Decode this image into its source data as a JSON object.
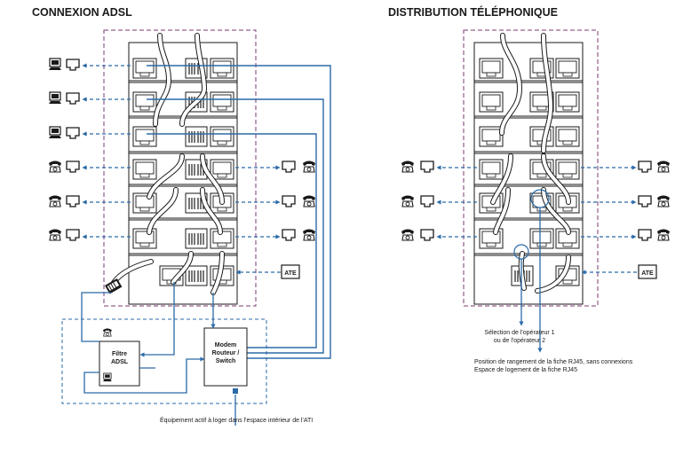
{
  "titles": {
    "left": "CONNEXION ADSL",
    "right": "DISTRIBUTION TÉLÉPHONIQUE"
  },
  "labels": {
    "ate": "ATE",
    "filtre_line1": "Filtre",
    "filtre_line2": "ADSL",
    "modem_line1": "Modem",
    "modem_line2": "Routeur /",
    "modem_line3": "Switch"
  },
  "captions": {
    "equipement": "Équipement actif à loger dans l'espace intérieur de l'ATI",
    "selection_line1": "Sélection de l'opérateur 1",
    "selection_line2": "ou de l'opérateur 2",
    "position_line1": "Position de rangement de la fiche RJ45, sans connexions",
    "position_line2": "Espace de logement de la fiche RJ45"
  },
  "colors": {
    "blue": "#2b6aa8",
    "purple": "#7a3a74",
    "ink": "#1a1a1a"
  },
  "icons": [
    "computer-icon",
    "phone-icon",
    "rj45-socket-icon",
    "rj45-plug-icon",
    "modem-icon"
  ]
}
